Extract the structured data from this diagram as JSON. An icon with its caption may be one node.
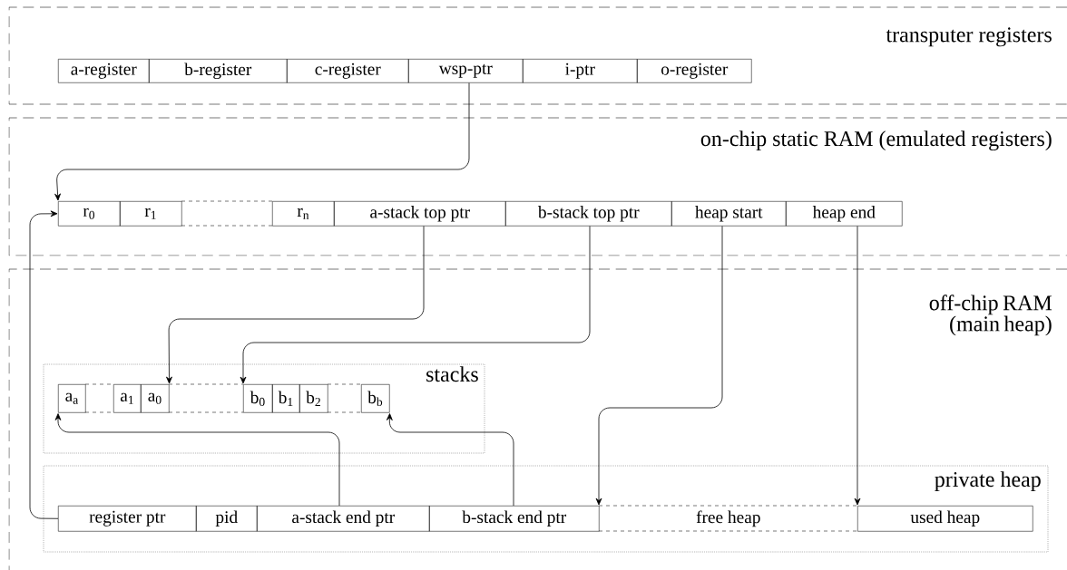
{
  "diagram": {
    "nodes": [
      {
        "text": [
          "transputer registers"
        ]
      },
      {
        "text": [
          "a-register"
        ],
        "in": 0
      },
      {
        "text": [
          "b-register"
        ],
        "in": 0
      },
      {
        "text": [
          "c-register"
        ],
        "in": 0
      },
      {
        "text": [
          "wsp-ptr"
        ],
        "in": 0
      },
      {
        "text": [
          "i-ptr"
        ],
        "in": 0
      },
      {
        "text": [
          "o-register"
        ],
        "in": 0
      },
      {
        "text": [
          "on-chip static RAM (emulated registers)"
        ]
      },
      {
        "text": [
          "r$_{0}$"
        ],
        "in": 7
      },
      {
        "text": [
          "r$_{1}$"
        ],
        "in": 7
      },
      {
        "text": [],
        "shape": "box",
        "in": 7
      },
      {
        "text": [
          "r$_{n}$"
        ],
        "in": 7
      },
      {
        "text": [
          "a-stack top ptr"
        ],
        "in": 7
      },
      {
        "text": [
          "b-stack top ptr"
        ],
        "in": 7
      },
      {
        "text": [
          "heap start"
        ],
        "in": 7
      },
      {
        "text": [
          "heap end"
        ],
        "in": 7
      },
      {
        "text": [
          "off-chip RAM (main heap)"
        ]
      },
      {
        "text": [
          "stacks"
        ],
        "in": 16
      },
      {
        "text": [
          "a$_{a}$"
        ],
        "in": 17
      },
      {
        "text": [],
        "shape": "box",
        "in": 17
      },
      {
        "text": [
          "a$_{1}$"
        ],
        "in": 17
      },
      {
        "text": [
          "a$_{0}$"
        ],
        "in": 17
      },
      {
        "text": [],
        "shape": "box",
        "in": 17
      },
      {
        "text": [
          "b$_{0}$"
        ],
        "in": 17
      },
      {
        "text": [
          "b$_{1}$"
        ],
        "in": 17
      },
      {
        "text": [
          "b$_{2}$"
        ],
        "in": 17
      },
      {
        "text": [],
        "shape": "box",
        "in": 17
      },
      {
        "text": [
          "b$_{b}$"
        ],
        "in": 17
      },
      {
        "text": [
          "private heap"
        ],
        "in": 16
      },
      {
        "text": [
          "register ptr"
        ],
        "in": 28
      },
      {
        "text": [
          "pid"
        ],
        "in": 28
      },
      {
        "text": [
          "a-stack end ptr"
        ],
        "in": 28
      },
      {
        "text": [
          "b-stack end ptr"
        ],
        "in": 28
      },
      {
        "text": [
          "free heap"
        ],
        "in": 28
      },
      {
        "text": [
          "used heap"
        ],
        "in": 28
      }
    ],
    "edges": [
      {
        "from": 4,
        "to": 8,
        "arrow": "to"
      },
      {
        "from": 12,
        "to": 21,
        "arrow": "to"
      },
      {
        "from": 13,
        "to": 23,
        "arrow": "to"
      },
      {
        "from": 14,
        "to": 33,
        "arrow": "to"
      },
      {
        "from": 15,
        "to": 34,
        "arrow": "to"
      },
      {
        "from": 29,
        "to": 8,
        "arrow": "to"
      },
      {
        "from": 31,
        "to": 18,
        "arrow": "to"
      },
      {
        "from": 32,
        "to": 27,
        "arrow": "to"
      }
    ]
  }
}
